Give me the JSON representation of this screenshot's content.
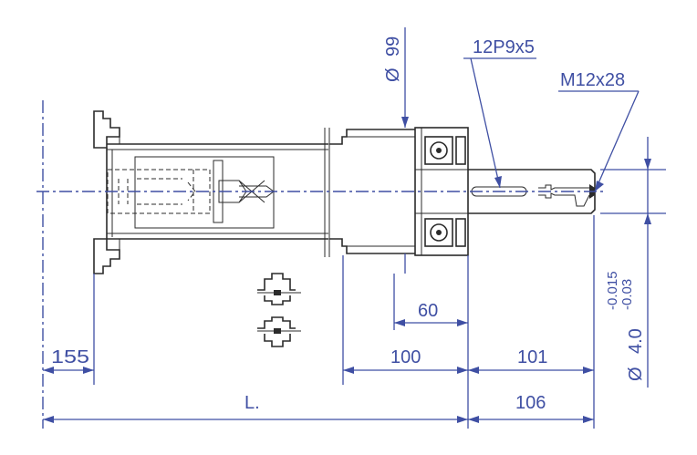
{
  "dimensions": {
    "flange_offset": "155",
    "overall_length": "L.",
    "housing_length": "100",
    "bearing_offset": "60",
    "shaft_length": "106",
    "keyway_length": "101",
    "bore_diameter": "99",
    "diameter_symbol": "Ø",
    "shaft_diameter": "4.0",
    "shaft_tol_upper": "-0.015",
    "shaft_tol_lower": "-0.03",
    "key_spec": "12P9x5",
    "thread_spec": "M12x28"
  },
  "colors": {
    "annotation": "#3f4fa3",
    "geometry": "#2b2b2b"
  }
}
